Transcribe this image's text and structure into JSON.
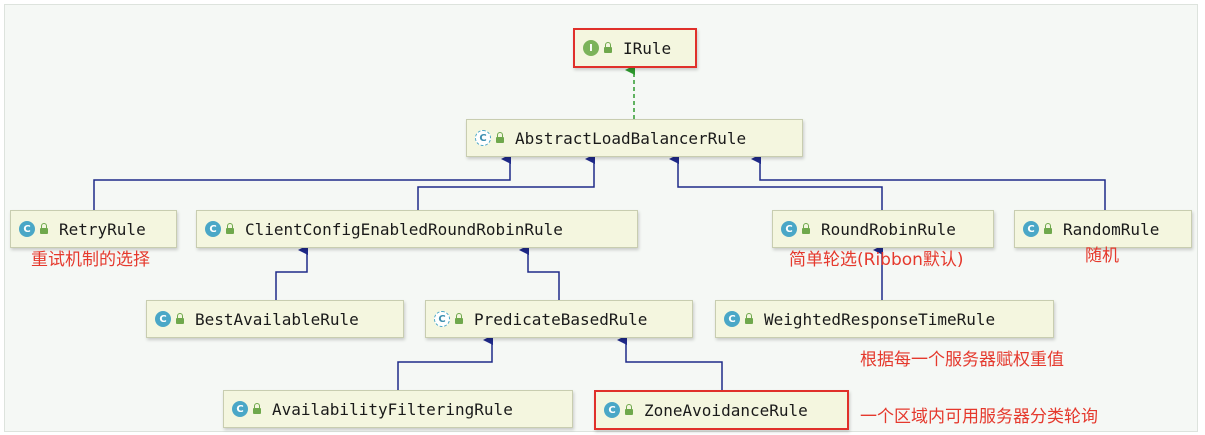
{
  "nodes": {
    "irule": {
      "label": "IRule",
      "kind": "interface"
    },
    "abstract_lb_rule": {
      "label": "AbstractLoadBalancerRule",
      "kind": "abstract"
    },
    "retry_rule": {
      "label": "RetryRule",
      "kind": "class"
    },
    "client_config_rr_rule": {
      "label": "ClientConfigEnabledRoundRobinRule",
      "kind": "class"
    },
    "round_robin_rule": {
      "label": "RoundRobinRule",
      "kind": "class"
    },
    "random_rule": {
      "label": "RandomRule",
      "kind": "class"
    },
    "best_available_rule": {
      "label": "BestAvailableRule",
      "kind": "class"
    },
    "predicate_based_rule": {
      "label": "PredicateBasedRule",
      "kind": "abstract"
    },
    "weighted_response_time_rule": {
      "label": "WeightedResponseTimeRule",
      "kind": "class"
    },
    "availability_filtering_rule": {
      "label": "AvailabilityFilteringRule",
      "kind": "class"
    },
    "zone_avoidance_rule": {
      "label": "ZoneAvoidanceRule",
      "kind": "class"
    }
  },
  "badges": {
    "class": "C",
    "abstract": "C",
    "interface": "I"
  },
  "notes": {
    "retry_rule": "重试机制的选择",
    "round_robin_rule": "简单轮选(Ribbon默认)",
    "random_rule": "随机",
    "weighted_response_time_rule": "根据每一个服务器赋权重值",
    "zone_avoidance_rule": "一个区域内可用服务器分类轮询"
  },
  "colors": {
    "highlight": "#e0302a",
    "note_text": "#e5392d",
    "extends_edge": "#1f2a8a",
    "implements_edge": "#2e9a2e",
    "node_fill": "#f4f6df"
  }
}
